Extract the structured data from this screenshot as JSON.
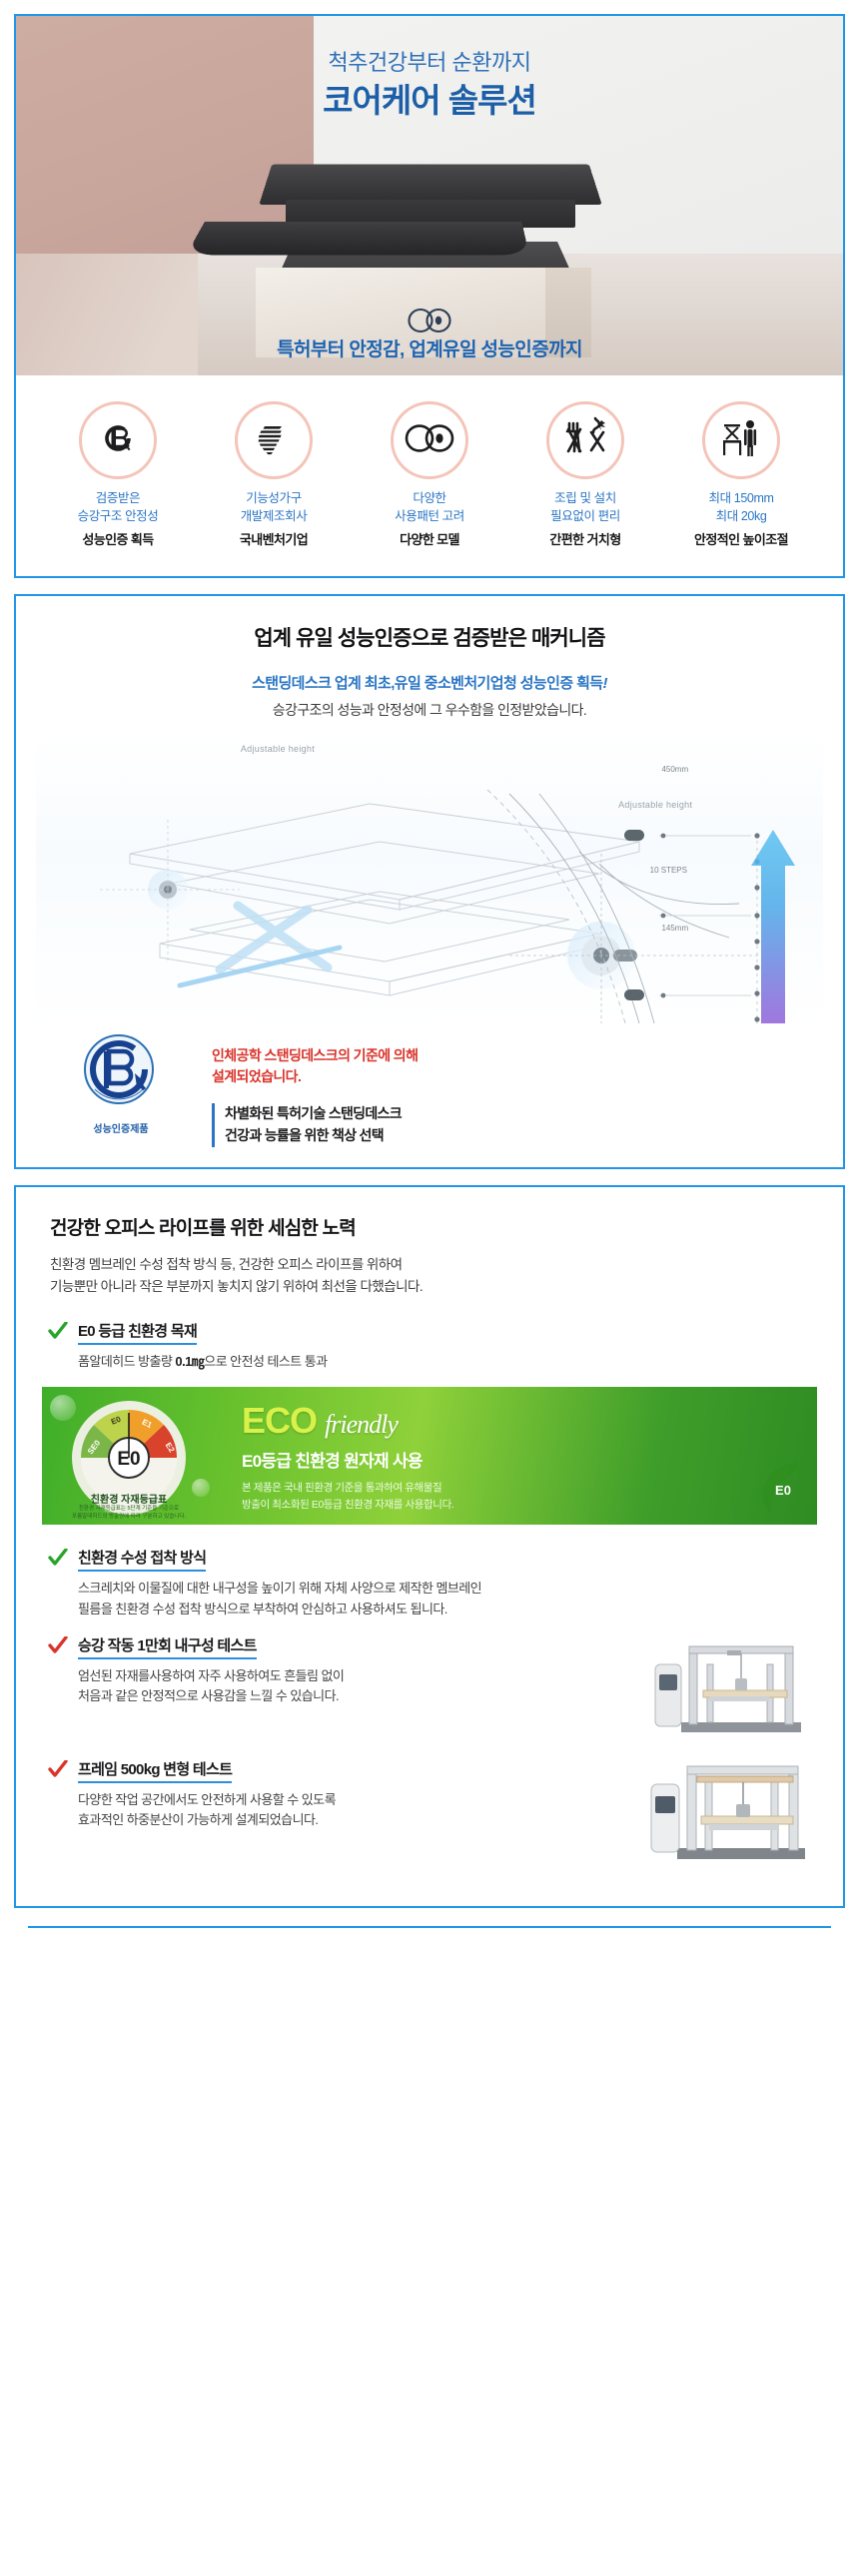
{
  "theme": {
    "accent_blue": "#2196e8",
    "title_blue": "#1c5fa8",
    "badge_pink": "#f4c4b8",
    "red": "#d9342b",
    "green": "#3fae2a",
    "check_green": "#2aa32a"
  },
  "hero": {
    "subtitle": "척추건강부터 순환까지",
    "title": "코어케어 솔루션",
    "logo_icon": "infinity-logo-icon",
    "bottom_text": "특허부터 안정감, 업계유일 성능인증까지"
  },
  "badges": [
    {
      "icon": "performance-certification-icon",
      "line1": "검증받은",
      "line2": "승강구조 안정성",
      "strong": "성능인증 획득"
    },
    {
      "icon": "globe-icon",
      "line1": "기능성가구",
      "line2": "개발제조회사",
      "strong": "국내벤처기업"
    },
    {
      "icon": "infinity-icon",
      "line1": "다양한",
      "line2": "사용패턴 고려",
      "strong": "다양한 모델"
    },
    {
      "icon": "no-tools-icon",
      "line1": "조립 및 설치",
      "line2": "필요없이 편리",
      "strong": "간편한 거치형"
    },
    {
      "icon": "person-standing-desk-icon",
      "line1": "최대 150mm",
      "line2": "최대 20kg",
      "strong": "안정적인 높이조절"
    }
  ],
  "section2": {
    "heading": "업계 유일 성능인증으로 검증받은 매커니즘",
    "lead_bold": "스탠딩데스크 업계 최초,유일 중소벤처기업청 성능인증 획득",
    "lead_mark": "!",
    "subtext": "승강구조의 성능과 안정성에 그 우수함을 인정받았습니다.",
    "diagram": {
      "label_left": "Adjustable  height",
      "label_right": "Adjustable  height",
      "dim_top": "450mm",
      "dim_bottom": "145mm",
      "steps": "10 STEPS"
    },
    "seal": {
      "icon": "ep-certification-seal-icon",
      "label": "성능인증제품"
    },
    "cert_line1": "인체공학 스탠딩데스크의 기준에 의해",
    "cert_line2": "설계되었습니다.",
    "quote_line1": "차별화된 특허기술 스탠딩데스크",
    "quote_line2": "건강과 능률을 위한 책상 선택"
  },
  "section3": {
    "heading": "건강한 오피스 라이프를 위한 세심한 노력",
    "lead_line1": "친환경 멤브레인 수성 접착 방식 등, 건강한 오피스 라이프를 위하여",
    "lead_line2": "기능뿐만 아니라 작은 부분까지 놓치지 않기 위하여 최선을 다했습니다.",
    "features": [
      {
        "check_color": "#2aa32a",
        "title": "E0 등급 친환경 목재",
        "desc_pre": "폼알데히드 방출량 ",
        "desc_bold": "0.1㎎",
        "desc_post": "으로 안전성 테스트 통과",
        "has_image": false
      },
      {
        "check_color": "#2aa32a",
        "title": "친환경 수성 접착 방식",
        "desc_line1": "스크레치와 이물질에 대한 내구성을 높이기 위해 자체 사양으로 제작한 멤브레인",
        "desc_line2": "필름을 친환경 수성 접착 방식으로 부착하여 안심하고 사용하셔도 됩니다.",
        "has_image": false
      },
      {
        "check_color": "#d9342b",
        "title": "승강 작동 1만회 내구성 테스트",
        "desc_line1": "엄선된 자재를사용하여 자주 사용하여도 흔들림 없이",
        "desc_line2": "처음과 같은 안정적으로 사용감을 느낄 수 있습니다.",
        "has_image": true,
        "image_icon": "durability-test-rig-image"
      },
      {
        "check_color": "#d9342b",
        "title": "프레임 500kg 변형 테스트",
        "desc_line1": "다양한 작업 공간에서도 안전하게 사용할 수 있도록",
        "desc_line2": "효과적인 하중분산이 가능하게 설계되었습니다.",
        "has_image": true,
        "image_icon": "load-test-rig-image"
      }
    ],
    "eco_banner": {
      "dial_center": "E0",
      "dial_segments": [
        "SE0",
        "E0",
        "E1",
        "E2"
      ],
      "dial_labels_left": [
        "친환경 자재",
        "E0"
      ],
      "dial_caption": "친환경 자재등급표",
      "dial_sub_line1": "친환경 자재등급표는 5단계 기준을 기준으로",
      "dial_sub_line2": "포름알데히드의 방출량에 따라 구분하고 있습니다.",
      "headline": "ECO",
      "headline_italic": "friendly",
      "subhead": "E0등급 친환경 원자재 사용",
      "note_line1": "본 제품은 국내 핀환경 기준을 통과하여 유해물질",
      "note_line2": "방출이 최소화된 E0등급 친환경 자재를 사용합니다.",
      "leaf_badge": "E0",
      "leaf_icon": "leaf-icon"
    }
  }
}
